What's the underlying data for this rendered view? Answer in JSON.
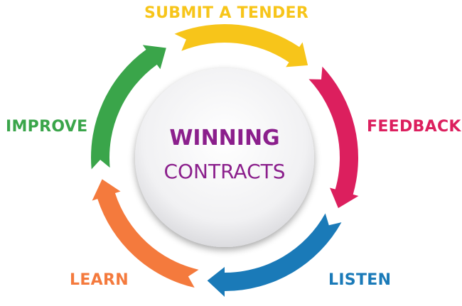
{
  "diagram": {
    "center": {
      "title": "WINNING",
      "subtitle": "CONTRACTS"
    },
    "stages": [
      {
        "id": "submit",
        "label": "SUBMIT A TENDER",
        "color": "#f7c51a"
      },
      {
        "id": "feedback",
        "label": "FEEDBACK",
        "color": "#dc1f5e"
      },
      {
        "id": "listen",
        "label": "LISTEN",
        "color": "#1a7ab8"
      },
      {
        "id": "learn",
        "label": "LEARN",
        "color": "#f47a3d"
      },
      {
        "id": "improve",
        "label": "IMPROVE",
        "color": "#3aa54a"
      }
    ],
    "center_text_color": "#8b1f8c"
  }
}
